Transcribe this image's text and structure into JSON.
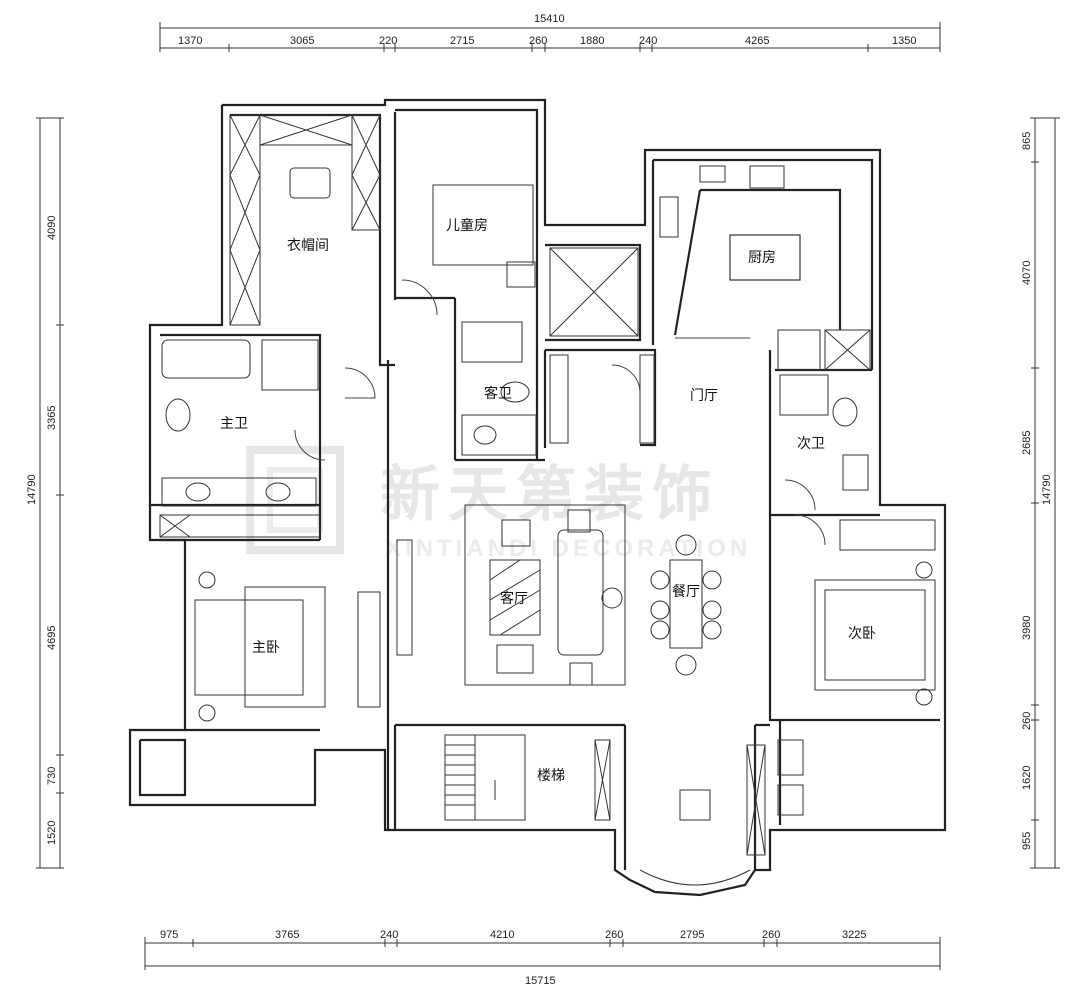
{
  "dimensions": {
    "top_total": "15410",
    "top_segments": [
      "1370",
      "3065",
      "220",
      "2715",
      "260",
      "1880",
      "240",
      "4265",
      "1350"
    ],
    "bottom_total": "15715",
    "bottom_segments": [
      "975",
      "3765",
      "240",
      "4210",
      "260",
      "2795",
      "260",
      "3225"
    ],
    "left_total": "14790",
    "left_segments": [
      "4090",
      "3365",
      "4695",
      "730",
      "1520"
    ],
    "right_total": "14790",
    "right_segments": [
      "865",
      "4070",
      "2685",
      "3980",
      "260",
      "1620",
      "955"
    ]
  },
  "rooms": {
    "cloakroom": "衣帽间",
    "kids_room": "儿童房",
    "kitchen": "厨房",
    "foyer": "门厅",
    "master_bath": "主卫",
    "guest_wc": "客卫",
    "second_bath": "次卫",
    "living_room": "客厅",
    "dining_room": "餐厅",
    "master_bedroom": "主卧",
    "second_bedroom": "次卧",
    "stairs": "楼梯"
  },
  "watermark": {
    "name": "新天第装饰",
    "latin": "XINTIANDI DECORATION"
  }
}
